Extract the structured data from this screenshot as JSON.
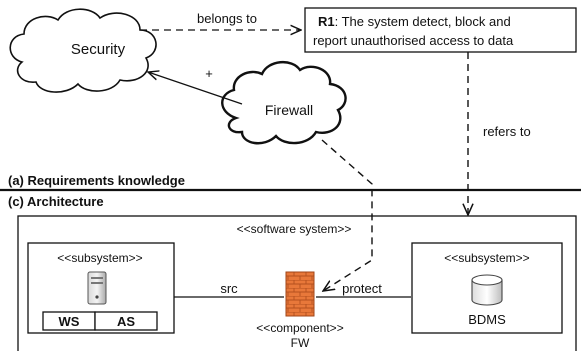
{
  "requirements": {
    "section_label": "(a) Requirements knowledge",
    "requirement_id": "R1",
    "requirement_text_line1": ": The system detect, block and",
    "requirement_text_line2": "report unauthorised access to data"
  },
  "concepts": {
    "security": "Security",
    "firewall": "Firewall"
  },
  "relations": {
    "belongs_to": "belongs to",
    "refers_to": "refers to",
    "plus": "+"
  },
  "architecture": {
    "section_label": "(c) Architecture",
    "software_system_stereotype": "<<software system>>",
    "subsystem_left": {
      "stereotype": "<<subsystem>>",
      "cells": [
        "WS",
        "AS"
      ],
      "icon": "server-icon"
    },
    "component": {
      "stereotype": "<<component>>",
      "name": "FW",
      "icon": "firewall-brick-icon",
      "src_label": "src",
      "protect_label": "protect"
    },
    "subsystem_right": {
      "stereotype": "<<subsystem>>",
      "name": "BDMS",
      "icon": "database-icon"
    }
  },
  "colors": {
    "line": "#111111",
    "brick": "#e8783a",
    "brick_dark": "#b3501f"
  }
}
